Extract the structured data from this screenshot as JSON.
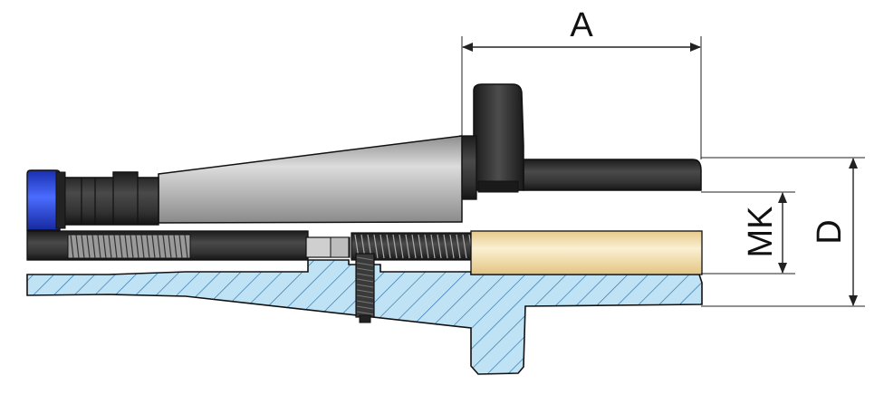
{
  "labels": {
    "A": "A",
    "MK": "MK",
    "D": "D"
  },
  "colors": {
    "section_fill": "#bfe3f5",
    "hatch": "#2a6ea8",
    "body_dark": "#2f2f2f",
    "taper_light": "#c9c9c9",
    "bore_fill": "#f3deb0",
    "blue_cap": "#1f3fd6",
    "outline": "#111111",
    "dim_line": "#222222"
  }
}
